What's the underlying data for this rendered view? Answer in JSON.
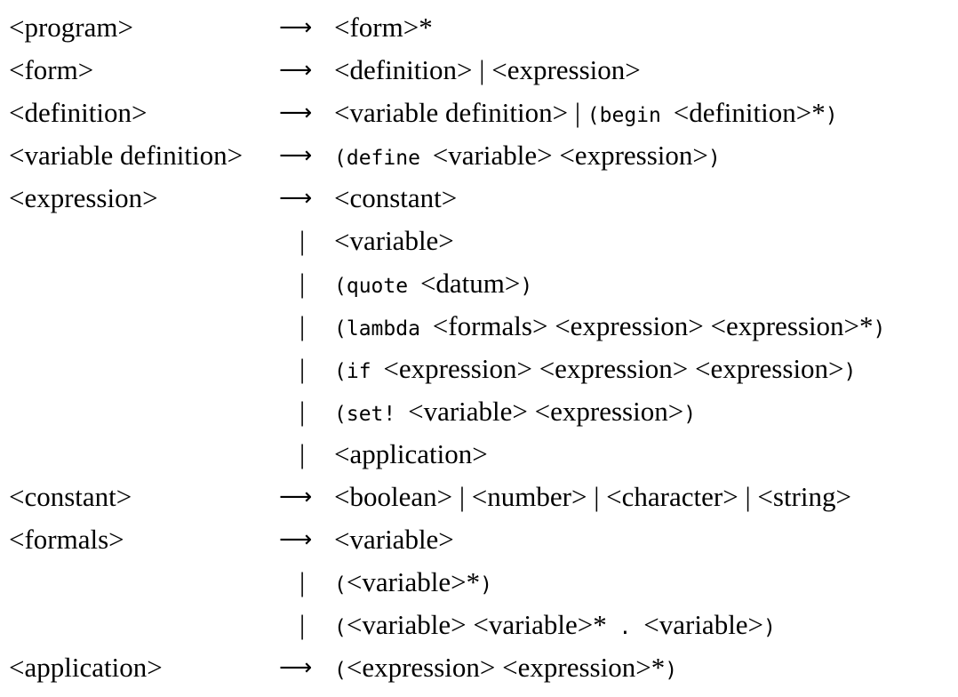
{
  "arrow": "⟶",
  "bar": "|",
  "rules": [
    {
      "lhs": "<program>",
      "marker": "arrow",
      "rhs": [
        {
          "t": "serif",
          "v": "<form>*"
        }
      ]
    },
    {
      "lhs": "<form>",
      "marker": "arrow",
      "rhs": [
        {
          "t": "serif",
          "v": "<definition> | <expression>"
        }
      ]
    },
    {
      "lhs": "<definition>",
      "marker": "arrow",
      "rhs": [
        {
          "t": "serif",
          "v": "<variable definition> | "
        },
        {
          "t": "mono",
          "v": "(begin "
        },
        {
          "t": "serif",
          "v": "<definition>*"
        },
        {
          "t": "mono",
          "v": ")"
        }
      ]
    },
    {
      "lhs": "<variable definition>",
      "marker": "arrow",
      "rhs": [
        {
          "t": "mono",
          "v": "(define "
        },
        {
          "t": "serif",
          "v": "<variable> <expression>"
        },
        {
          "t": "mono",
          "v": ")"
        }
      ]
    },
    {
      "lhs": "<expression>",
      "marker": "arrow",
      "rhs": [
        {
          "t": "serif",
          "v": "<constant>"
        }
      ]
    },
    {
      "lhs": "",
      "marker": "bar",
      "rhs": [
        {
          "t": "serif",
          "v": "<variable>"
        }
      ]
    },
    {
      "lhs": "",
      "marker": "bar",
      "rhs": [
        {
          "t": "mono",
          "v": "(quote "
        },
        {
          "t": "serif",
          "v": "<datum>"
        },
        {
          "t": "mono",
          "v": ")"
        }
      ]
    },
    {
      "lhs": "",
      "marker": "bar",
      "rhs": [
        {
          "t": "mono",
          "v": "(lambda "
        },
        {
          "t": "serif",
          "v": "<formals> <expression> <expression>*"
        },
        {
          "t": "mono",
          "v": ")"
        }
      ]
    },
    {
      "lhs": "",
      "marker": "bar",
      "rhs": [
        {
          "t": "mono",
          "v": "(if "
        },
        {
          "t": "serif",
          "v": "<expression> <expression> <expression>"
        },
        {
          "t": "mono",
          "v": ")"
        }
      ]
    },
    {
      "lhs": "",
      "marker": "bar",
      "rhs": [
        {
          "t": "mono",
          "v": "(set! "
        },
        {
          "t": "serif",
          "v": "<variable> <expression>"
        },
        {
          "t": "mono",
          "v": ")"
        }
      ]
    },
    {
      "lhs": "",
      "marker": "bar",
      "rhs": [
        {
          "t": "serif",
          "v": "<application>"
        }
      ]
    },
    {
      "lhs": "<constant>",
      "marker": "arrow",
      "rhs": [
        {
          "t": "serif",
          "v": "<boolean> | <number> | <character> | <string>"
        }
      ]
    },
    {
      "lhs": "<formals>",
      "marker": "arrow",
      "rhs": [
        {
          "t": "serif",
          "v": "<variable>"
        }
      ]
    },
    {
      "lhs": "",
      "marker": "bar",
      "rhs": [
        {
          "t": "mono",
          "v": "("
        },
        {
          "t": "serif",
          "v": "<variable>*"
        },
        {
          "t": "mono",
          "v": ")"
        }
      ]
    },
    {
      "lhs": "",
      "marker": "bar",
      "rhs": [
        {
          "t": "mono",
          "v": "("
        },
        {
          "t": "serif",
          "v": "<variable> <variable>*"
        },
        {
          "t": "mono",
          "v": " . "
        },
        {
          "t": "serif",
          "v": "<variable>"
        },
        {
          "t": "mono",
          "v": ")"
        }
      ]
    },
    {
      "lhs": "<application>",
      "marker": "arrow",
      "rhs": [
        {
          "t": "mono",
          "v": "("
        },
        {
          "t": "serif",
          "v": "<expression> <expression>*"
        },
        {
          "t": "mono",
          "v": ")"
        }
      ]
    }
  ]
}
